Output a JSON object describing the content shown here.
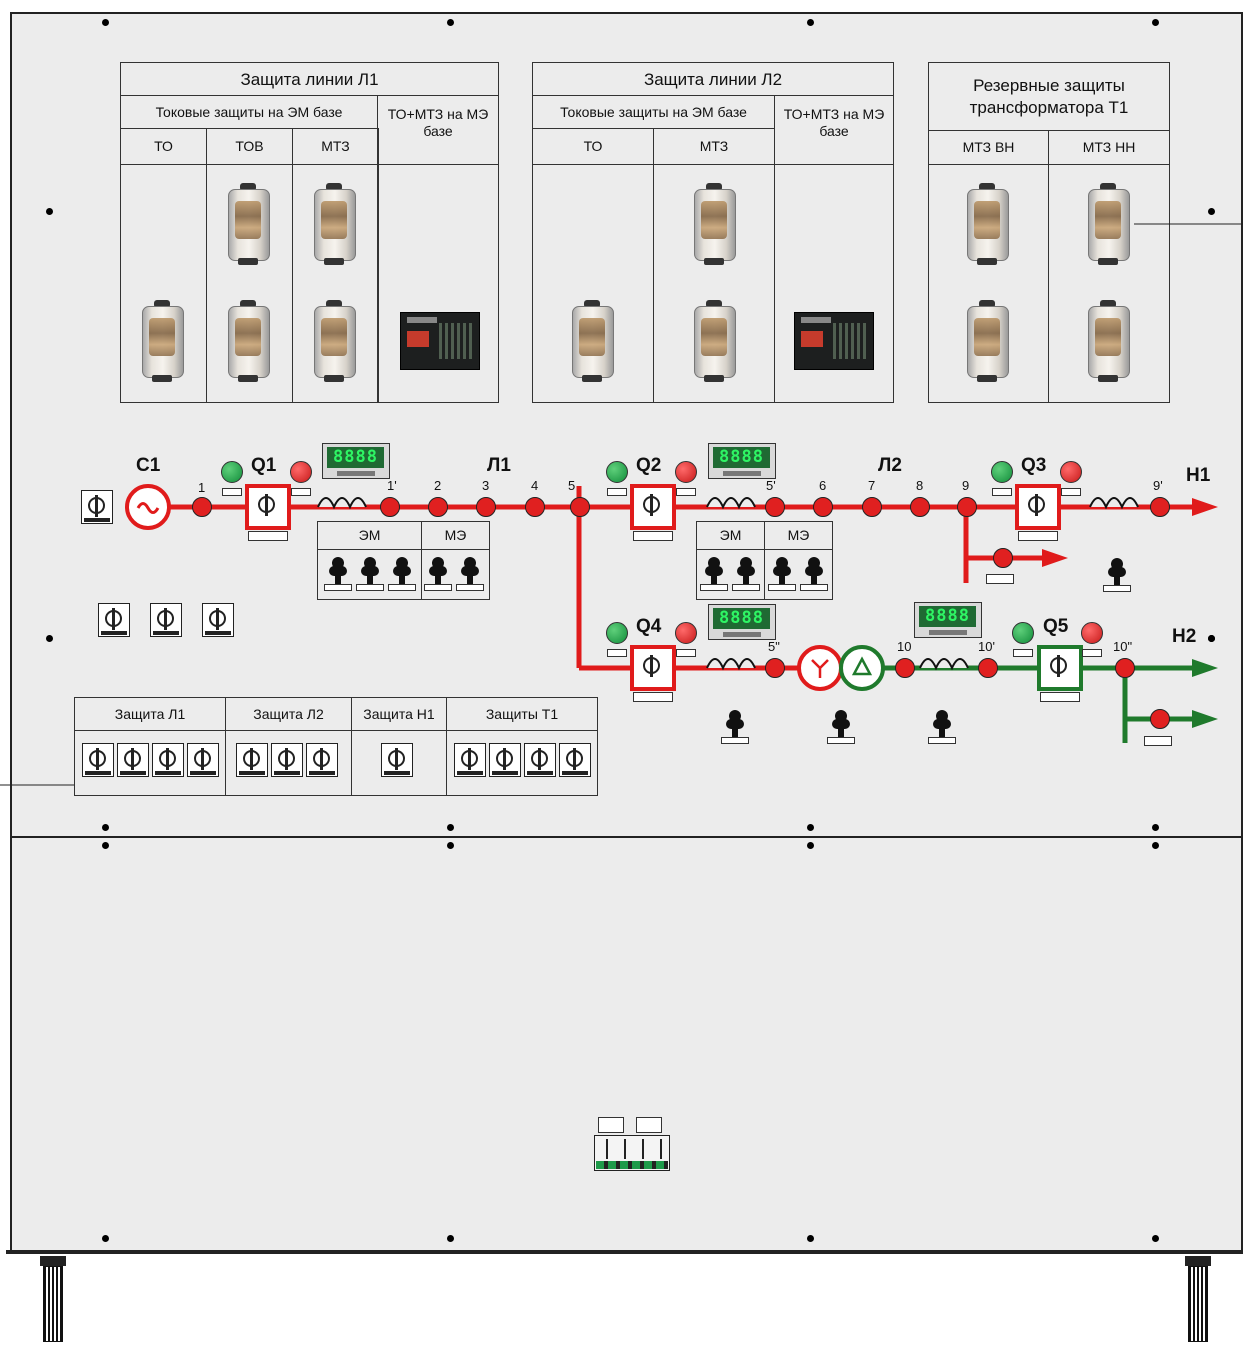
{
  "tables": {
    "l1": {
      "title": "Защита линии Л1",
      "em_header": "Токовые защиты на ЭМ базе",
      "me_header": "ТО+МТЗ на МЭ базе",
      "cols": [
        "ТО",
        "ТОВ",
        "МТЗ"
      ]
    },
    "l2": {
      "title": "Защита линии Л2",
      "em_header": "Токовые защиты на ЭМ базе",
      "me_header": "ТО+МТЗ на МЭ базе",
      "cols": [
        "ТО",
        "МТЗ"
      ]
    },
    "t1": {
      "title": "Резервные защиты трансформатора Т1",
      "cols": [
        "МТЗ ВН",
        "МТЗ НН"
      ]
    }
  },
  "schematic": {
    "source": "С1",
    "breakers": [
      "Q1",
      "Q2",
      "Q3",
      "Q4",
      "Q5"
    ],
    "lines": [
      "Л1",
      "Л2"
    ],
    "loads": [
      "Н1",
      "Н2"
    ],
    "nodes": [
      "1",
      "1'",
      "2",
      "3",
      "4",
      "5",
      "5'",
      "6",
      "7",
      "8",
      "9",
      "9'",
      "5\"",
      "10",
      "10'",
      "10\""
    ],
    "jack_groups": {
      "l1": [
        "ЭМ",
        "МЭ"
      ],
      "l2": [
        "ЭМ",
        "МЭ"
      ]
    },
    "display_value": "8888",
    "colors": {
      "line_red": "#e01b1b",
      "line_green": "#1f7a2c",
      "panel": "#ececec"
    }
  },
  "protection_switches": {
    "groups": [
      "Защита Л1",
      "Защита Л2",
      "Защита Н1",
      "Защиты Т1"
    ]
  }
}
